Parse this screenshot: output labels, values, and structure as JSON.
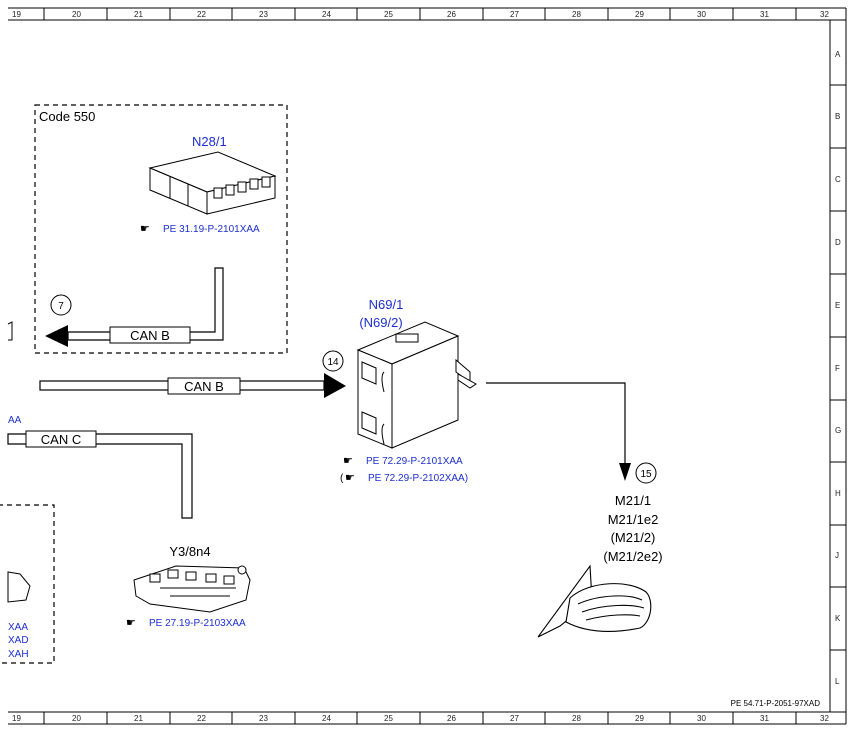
{
  "grid": {
    "columns": [
      "19",
      "20",
      "21",
      "22",
      "23",
      "24",
      "25",
      "26",
      "27",
      "28",
      "29",
      "30",
      "31",
      "32"
    ],
    "rows": [
      "A",
      "B",
      "C",
      "D",
      "E",
      "F",
      "G",
      "H",
      "J",
      "K",
      "L"
    ]
  },
  "code_box": {
    "label": "Code 550"
  },
  "components": {
    "n28": {
      "name": "N28/1",
      "ref": "PE 31.19-P-2101XAA"
    },
    "n69": {
      "name": "N69/1",
      "name_alt": "(N69/2)",
      "ref1": "PE 72.29-P-2101XAA",
      "ref2_open": "(",
      "ref2": "PE 72.29-P-2102XAA)"
    },
    "y3": {
      "name": "Y3/8n4",
      "ref": "PE 27.19-P-2103XAA"
    },
    "m21": {
      "line1": "M21/1",
      "line2": "M21/1e2",
      "line3": "(M21/2)",
      "line4": "(M21/2e2)"
    }
  },
  "buses": {
    "can_b_top": "CAN B",
    "can_b_mid": "CAN B",
    "can_c": "CAN C"
  },
  "markers": {
    "m7": "7",
    "m14": "14",
    "m15": "15"
  },
  "partial_left": {
    "xaa": "XAA",
    "xad": "XAD",
    "xah": "XAH",
    "aa": "AA"
  },
  "footer": {
    "doc_id": "PE 54.71-P-2051-97XAD"
  },
  "colors": {
    "blue_text": "#1c2fd0",
    "line": "#000000"
  }
}
